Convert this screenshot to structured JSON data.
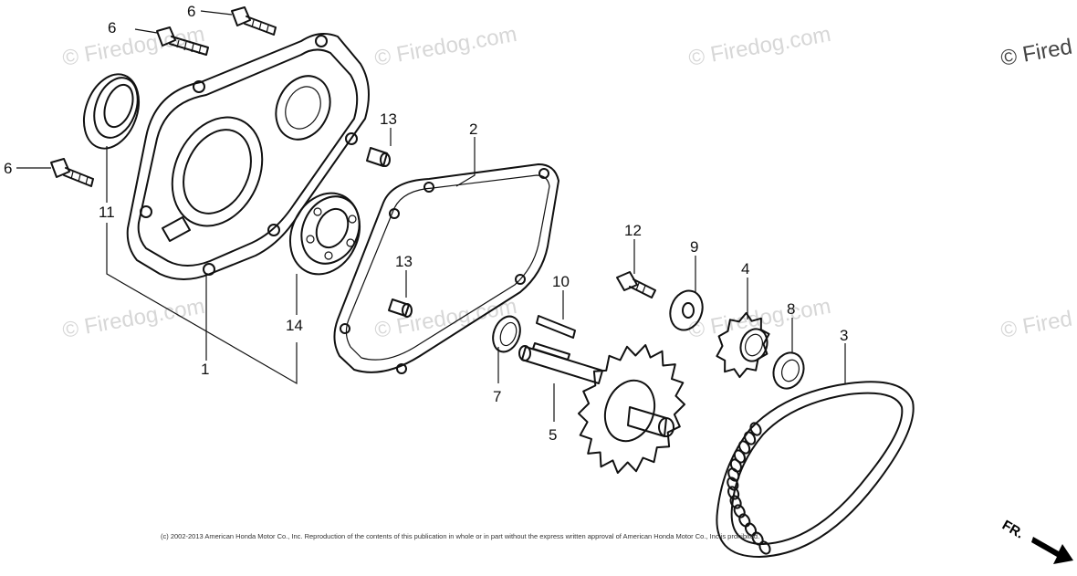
{
  "watermarks": [
    "© Firedog.com",
    "© Firedog.com",
    "© Firedog.com",
    "© Fired",
    "© Firedog.com",
    "© Firedog.com",
    "© Firedog.com",
    "© Fired"
  ],
  "callouts": {
    "c6a": "6",
    "c6b": "6",
    "c6c": "6",
    "c11": "11",
    "c1": "1",
    "c14": "14",
    "c13a": "13",
    "c13b": "13",
    "c2": "2",
    "c10": "10",
    "c7": "7",
    "c5": "5",
    "c12": "12",
    "c9": "9",
    "c4": "4",
    "c8": "8",
    "c3": "3"
  },
  "copyright": "(c) 2002-2013 American Honda Motor Co., Inc. Reproduction of the contents of this publication in whole or in part without the express written approval of American Honda Motor Co., Inc is prohibited.",
  "direction_label": "FR."
}
